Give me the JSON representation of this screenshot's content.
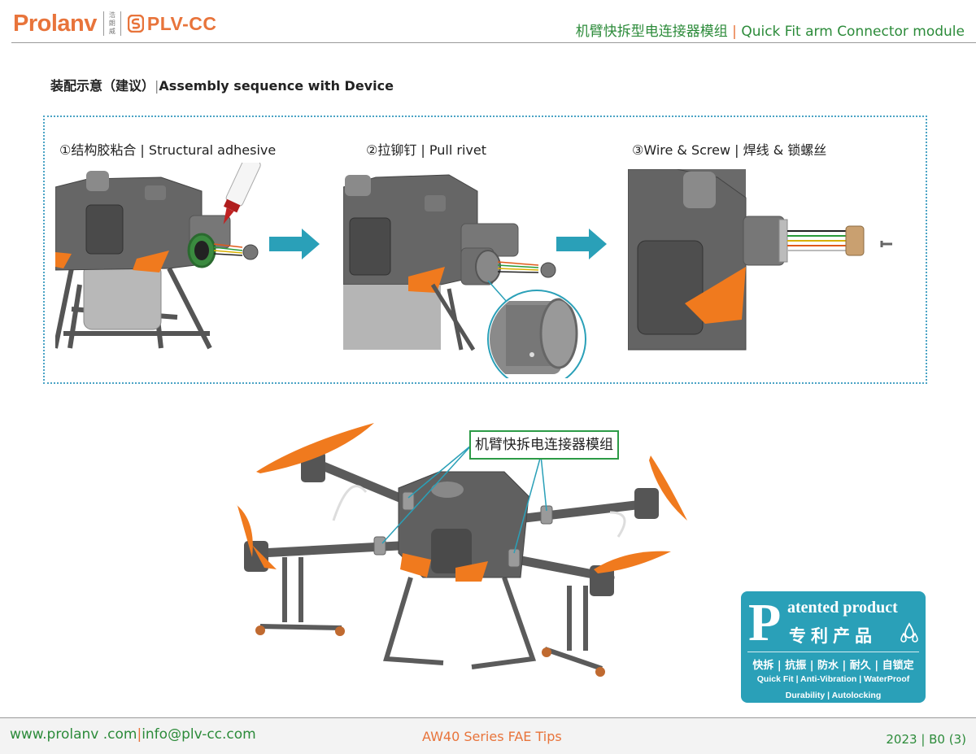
{
  "header": {
    "logo_text": "Prolanv",
    "logo_cn": [
      "浩",
      "朗",
      "威"
    ],
    "logo_brand": "PLV-CC",
    "title_cn": "机臂快拆型电连接器模组",
    "title_sep": "|",
    "title_en": "Quick Fit arm Connector module"
  },
  "section": {
    "title_cn": "装配示意（建议）",
    "sep": "|",
    "title_en": "Assembly sequence with Device"
  },
  "steps": [
    {
      "label": "①结构胶粘合 | Structural adhesive"
    },
    {
      "label": "②拉铆钉 | Pull rivet"
    },
    {
      "label": "③Wire & Screw | 焊线 & 锁螺丝"
    }
  ],
  "callout": {
    "label": "机臂快拆电连接器模组"
  },
  "patent": {
    "letter": "P",
    "title_en": "atented product",
    "title_cn": "专利产品",
    "features_cn": "快拆 | 抗振 | 防水 | 耐久 | 自锁定",
    "features_en_1": "Quick Fit | Anti-Vibration | WaterProof",
    "features_en_2": "Durability | Autolocking"
  },
  "footer": {
    "website": "www.prolanv .com",
    "sep": "|",
    "email": "info@plv-cc.com",
    "center": "AW40 Series FAE Tips",
    "right": "2023 | B0 (3)"
  },
  "colors": {
    "brand_orange": "#e8743b",
    "brand_green": "#2c8b3a",
    "frame_blue": "#4aa3c5",
    "arrow_teal": "#2aa0b8",
    "badge_teal": "#2aa0b8",
    "drone_gray": "#5b5b5b",
    "prop_orange": "#f07a1e"
  }
}
